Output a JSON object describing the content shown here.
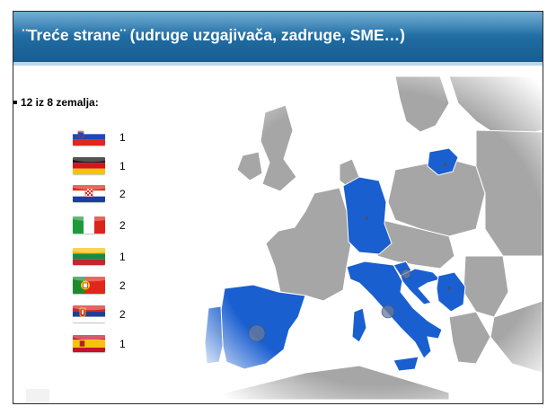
{
  "slide": {
    "title": "¨Treće strane¨ (udruge uzgajivača, zadruge, SME…)",
    "bullet": "12 iz 8 zemalja:",
    "countries": [
      {
        "flag_icon": "slovenia-flag-icon",
        "count": "1"
      },
      {
        "flag_icon": "germany-flag-icon",
        "count": "1"
      },
      {
        "flag_icon": "croatia-flag-icon",
        "count": "2"
      },
      {
        "flag_icon": "italy-flag-icon",
        "count": "2"
      },
      {
        "flag_icon": "lithuania-flag-icon",
        "count": "1"
      },
      {
        "flag_icon": "portugal-flag-icon",
        "count": "2"
      },
      {
        "flag_icon": "serbia-flag-icon",
        "count": "2"
      },
      {
        "flag_icon": "spain-flag-icon",
        "count": "1"
      }
    ]
  },
  "colors": {
    "header": "#1f6aa0",
    "highlight_country": "#1a5fd0",
    "land": "#a6a6a6"
  }
}
